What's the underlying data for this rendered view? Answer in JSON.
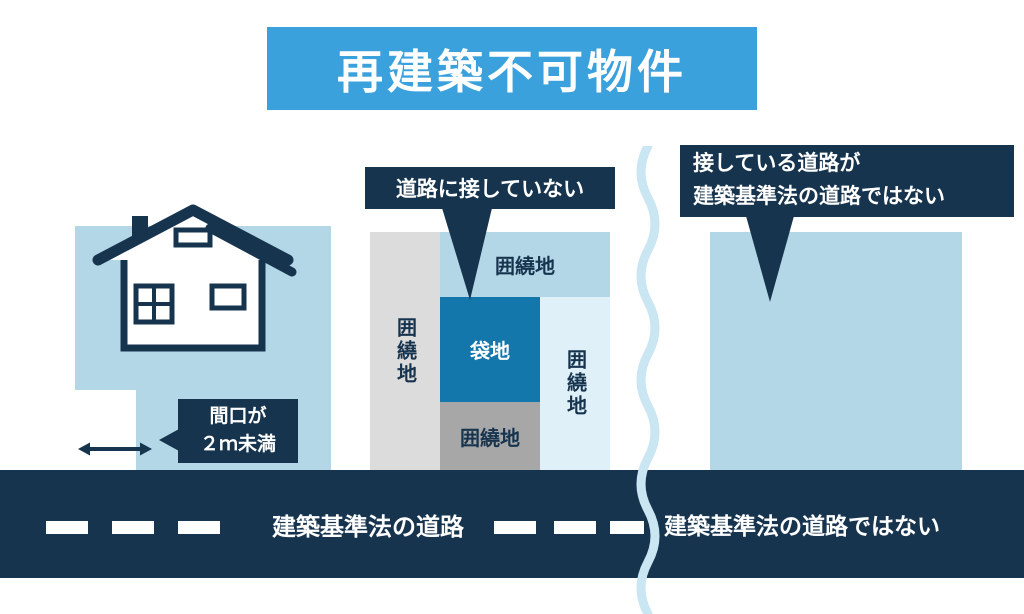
{
  "title": "再建築不可物件",
  "colors": {
    "banner_blue": "#3BA1DC",
    "navy": "#17344F",
    "plot_blue": "#B3D7E7",
    "pocket_blue": "#1377AC",
    "gray_light": "#DCDCDC",
    "gray_dark": "#A7A7A7",
    "pale_blue": "#DFF0F8",
    "wave_blue": "#C9E6F2"
  },
  "left_scene": {
    "callout_line1": "間口が",
    "callout_line2": "２ｍ未満"
  },
  "middle_scene": {
    "callout": "道路に接していない",
    "surround_top": "囲繞地",
    "surround_left": "囲繞地",
    "surround_right": "囲繞地",
    "surround_bottom": "囲繞地",
    "pocket": "袋地"
  },
  "right_scene": {
    "callout_line1": "接している道路が",
    "callout_line2": "建築基準法の道路ではない"
  },
  "road": {
    "label_left": "建築基準法の道路",
    "label_right": "建築基準法の道路ではない"
  }
}
